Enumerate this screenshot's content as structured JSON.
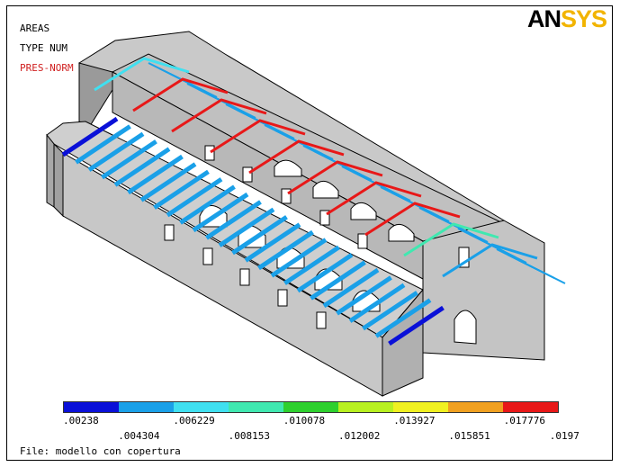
{
  "info": {
    "line1": "AREAS",
    "line2": "TYPE NUM",
    "line3": "PRES-NORM",
    "line3_color": "#d02020"
  },
  "logo": {
    "part1": "AN",
    "part2": "SYS",
    "color1": "#000000",
    "color2": "#f2b400"
  },
  "legend": {
    "colors": [
      "#0a10d8",
      "#1aa0e8",
      "#40e0f0",
      "#40e8b0",
      "#2ed02e",
      "#b8f020",
      "#f0f020",
      "#f0a020",
      "#e81818"
    ],
    "ticks": [
      ".00238",
      ".004304",
      ".006229",
      ".008153",
      ".010078",
      ".012002",
      ".013927",
      ".015851",
      ".017776",
      ".0197"
    ]
  },
  "footer": {
    "text": "File: modello con copertura"
  }
}
